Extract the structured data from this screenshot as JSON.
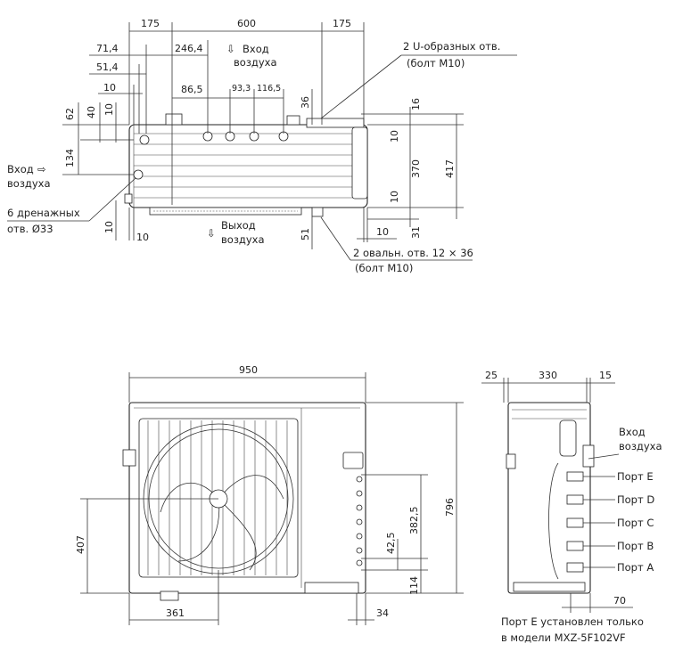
{
  "labels": {
    "air_in_top_1": "Вход",
    "air_in_top_2": "воздуха",
    "air_in_left_1": "Вход",
    "air_in_left_2": "воздуха",
    "air_out_1": "Выход",
    "air_out_2": "воздуха",
    "u_holes": "2 U-образных отв.",
    "u_holes_bolt": "(болт M10)",
    "drain_1": "6 дренажных",
    "drain_2": "отв. Ø33",
    "oval_holes": "2 овальн. отв. 12 × 36",
    "oval_holes_bolt": "(болт M10)",
    "air_in_side_1": "Вход",
    "air_in_side_2": "воздуха",
    "port_e": "Порт E",
    "port_d": "Порт D",
    "port_c": "Порт C",
    "port_b": "Порт B",
    "port_a": "Порт A",
    "note_1": "Порт E установлен только",
    "note_2": "в модели MXZ-5F102VF"
  },
  "top_view_dims": {
    "d175_left": "175",
    "d600": "600",
    "d175_right": "175",
    "d71_4": "71,4",
    "d246_4": "246,4",
    "d51_4": "51,4",
    "d10_a": "10",
    "d86_5": "86,5",
    "d93_3": "93,3",
    "d116_5": "116,5",
    "d36": "36",
    "d16": "16",
    "d62": "62",
    "d40": "40",
    "d10_b": "10",
    "d134": "134",
    "d10_c": "10",
    "d370": "370",
    "d417": "417",
    "d10_d": "10",
    "d10_e": "10",
    "d10_f": "10",
    "d51": "51",
    "d10_g": "10",
    "d31": "31"
  },
  "front_view_dims": {
    "d950": "950",
    "d796": "796",
    "d382_5": "382,5",
    "d42_5": "42,5",
    "d114": "114",
    "d407": "407",
    "d361": "361",
    "d34": "34"
  },
  "side_view_dims": {
    "d25": "25",
    "d330": "330",
    "d15": "15",
    "d70": "70"
  }
}
